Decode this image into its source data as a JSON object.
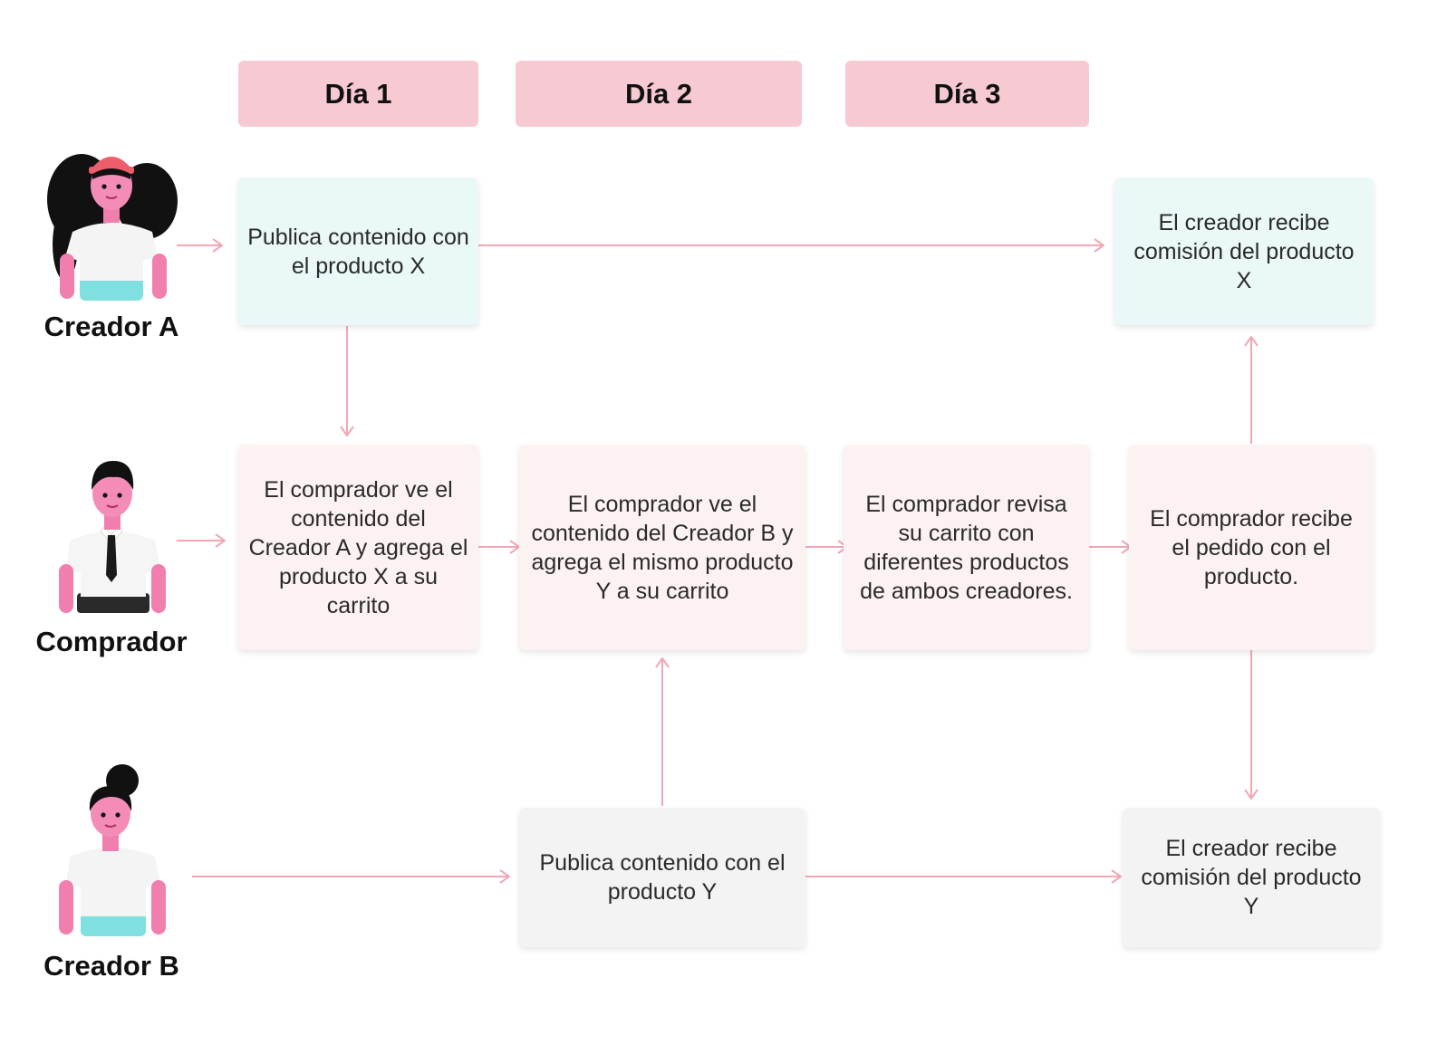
{
  "days": [
    "Día 1",
    "Día 2",
    "Día 3"
  ],
  "actors": {
    "creator_a": "Creador A",
    "buyer": "Comprador",
    "creator_b": "Creador B"
  },
  "steps": {
    "a_publish": "Publica contenido con el producto X",
    "a_commission": "El creador recibe comisión del producto X",
    "buyer_sees_a": "El comprador ve el contenido del Creador A y agrega el producto X a su carrito",
    "buyer_sees_b": "El comprador ve el contenido del Creador B y agrega el mismo producto Y a su carrito",
    "buyer_reviews": "El comprador revisa su carrito con diferentes productos de ambos creadores.",
    "buyer_receives": "El comprador recibe el pedido con el producto.",
    "b_publish": "Publica contenido con el producto Y",
    "b_commission": "El creador recibe comisión del producto Y"
  },
  "colors": {
    "day_header": "#f6c9d3",
    "arrow": "#f2a7b5",
    "creator_box": "#eaf8f8",
    "buyer_box": "#fdf2f2",
    "creator_b_box": "#f3f3f3"
  }
}
